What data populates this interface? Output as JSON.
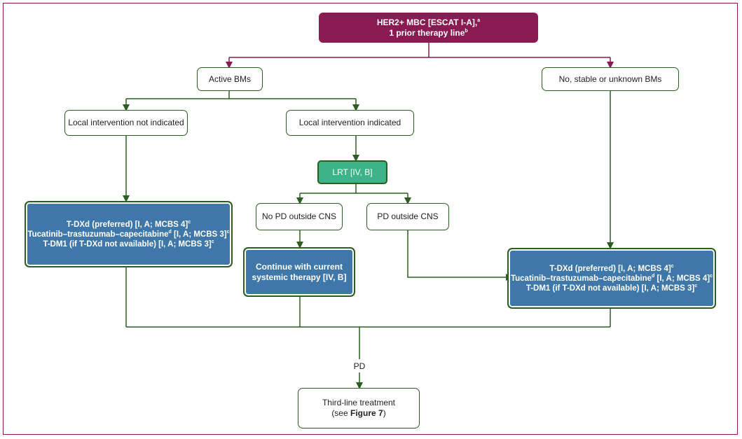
{
  "colors": {
    "accent": "#8a1a52",
    "outline": "#2c5e1f",
    "lrt": "#3db38a",
    "treatment": "#3f78a8"
  },
  "top": {
    "line1": "HER2+ MBC [ESCAT I-A],",
    "line1_sup": "a",
    "line2": "1 prior therapy line",
    "line2_sup": "b"
  },
  "active_bms": "Active BMs",
  "no_bms": "No, stable or unknown BMs",
  "local_not_indicated": "Local intervention not indicated",
  "local_indicated": "Local intervention indicated",
  "lrt": "LRT [IV, B]",
  "no_pd_outside": "No PD outside CNS",
  "pd_outside": "PD outside CNS",
  "continue": {
    "line1": "Continue with current",
    "line2": "systemic therapy [IV, B]"
  },
  "treatment_left": {
    "l1": "T-DXd (preferred) [I, A; MCBS 4]",
    "l1_sup": "c",
    "l2a": "Tucatinib–trastuzumab–capecitabine",
    "l2_sup1": "d",
    "l2b": " [I, A; MCBS 3]",
    "l2_sup2": "c",
    "l3": "T-DM1 (if T-DXd not available) [I, A; MCBS 3]",
    "l3_sup": "c"
  },
  "treatment_right": {
    "l1": "T-DXd (preferred) [I, A; MCBS 4]",
    "l1_sup": "c",
    "l2a": "Tucatinib–trastuzumab–capecitabine",
    "l2_sup1": "d",
    "l2b": " [I, A; MCBS 4]",
    "l2_sup2": "c",
    "l3": "T-DM1 (if T-DXd not available) [I, A; MCBS 3]",
    "l3_sup": "c"
  },
  "pd_label": "PD",
  "third_line": {
    "line1": "Third-line treatment",
    "line2_pre": "(see ",
    "line2_bold": "Figure 7",
    "line2_post": ")"
  }
}
